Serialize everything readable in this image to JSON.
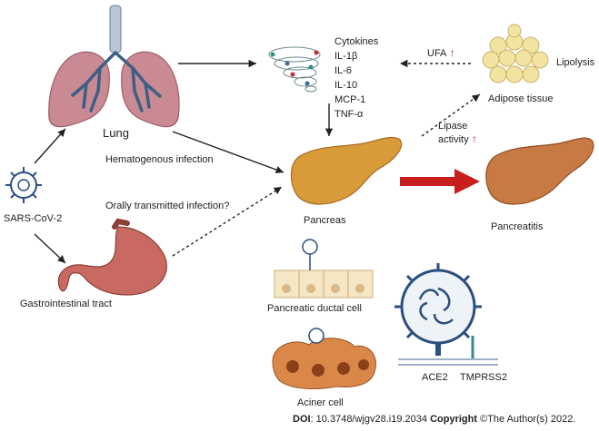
{
  "labels": {
    "lung": "Lung",
    "hematogenous": "Hematogenous infection",
    "oral": "Orally transmitted infection?",
    "virus": "SARS-CoV-2",
    "gi_tract": "Gastrointestinal tract",
    "pancreas": "Pancreas",
    "pancreatitis": "Pancreatitis",
    "adipose": "Adipose tissue",
    "lipolysis": "Lipolysis",
    "ufa": "UFA",
    "lipase_line1": "Lipase",
    "lipase_line2": "activity",
    "ductal": "Pancreatic ductal cell",
    "acinar": "Aciner cell",
    "ace2": "ACE2",
    "tmprss2": "TMPRSS2"
  },
  "cytokines": [
    "Cytokines",
    "IL-1β",
    "IL-6",
    "IL-10",
    "MCP-1",
    "TNF-α"
  ],
  "footer": {
    "doi_label": "DOI",
    "doi_value": ": 10.3748/wjgv28.i19.2034",
    "copyright_label": "Copyright",
    "copyright_text": " ©The Author(s) 2022."
  },
  "colors": {
    "lung": "#c98a93",
    "airway": "#3d5f86",
    "pancreas": "#d99a3a",
    "pancreatitis": "#c87a45",
    "stomach": "#c86a62",
    "big_arrow": "#c81e1e",
    "virus": "#2b4f7e",
    "acinar": "#d9884a",
    "ductal": "#f5e6c4"
  }
}
